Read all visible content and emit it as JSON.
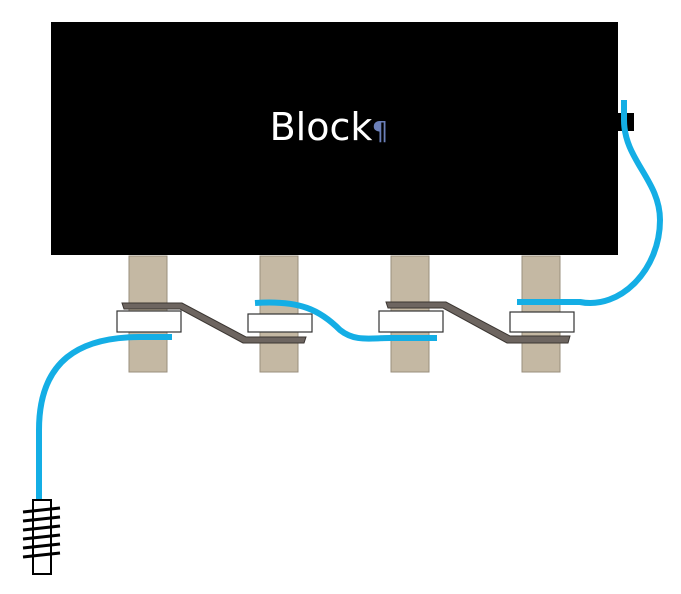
{
  "diagram": {
    "block_label": "Block",
    "pilcrow_mark": "¶",
    "colors": {
      "block": "#000000",
      "block_text": "#ffffff",
      "pilcrow": "#6b7fb8",
      "post": "#c4b8a3",
      "post_outline": "#9a8f7e",
      "strap": "#6d6560",
      "washer": "#ffffff",
      "wire": "#14aee5",
      "background": "#ffffff"
    },
    "posts": [
      {
        "id": "post-1"
      },
      {
        "id": "post-2"
      },
      {
        "id": "post-3"
      },
      {
        "id": "post-4"
      }
    ]
  }
}
